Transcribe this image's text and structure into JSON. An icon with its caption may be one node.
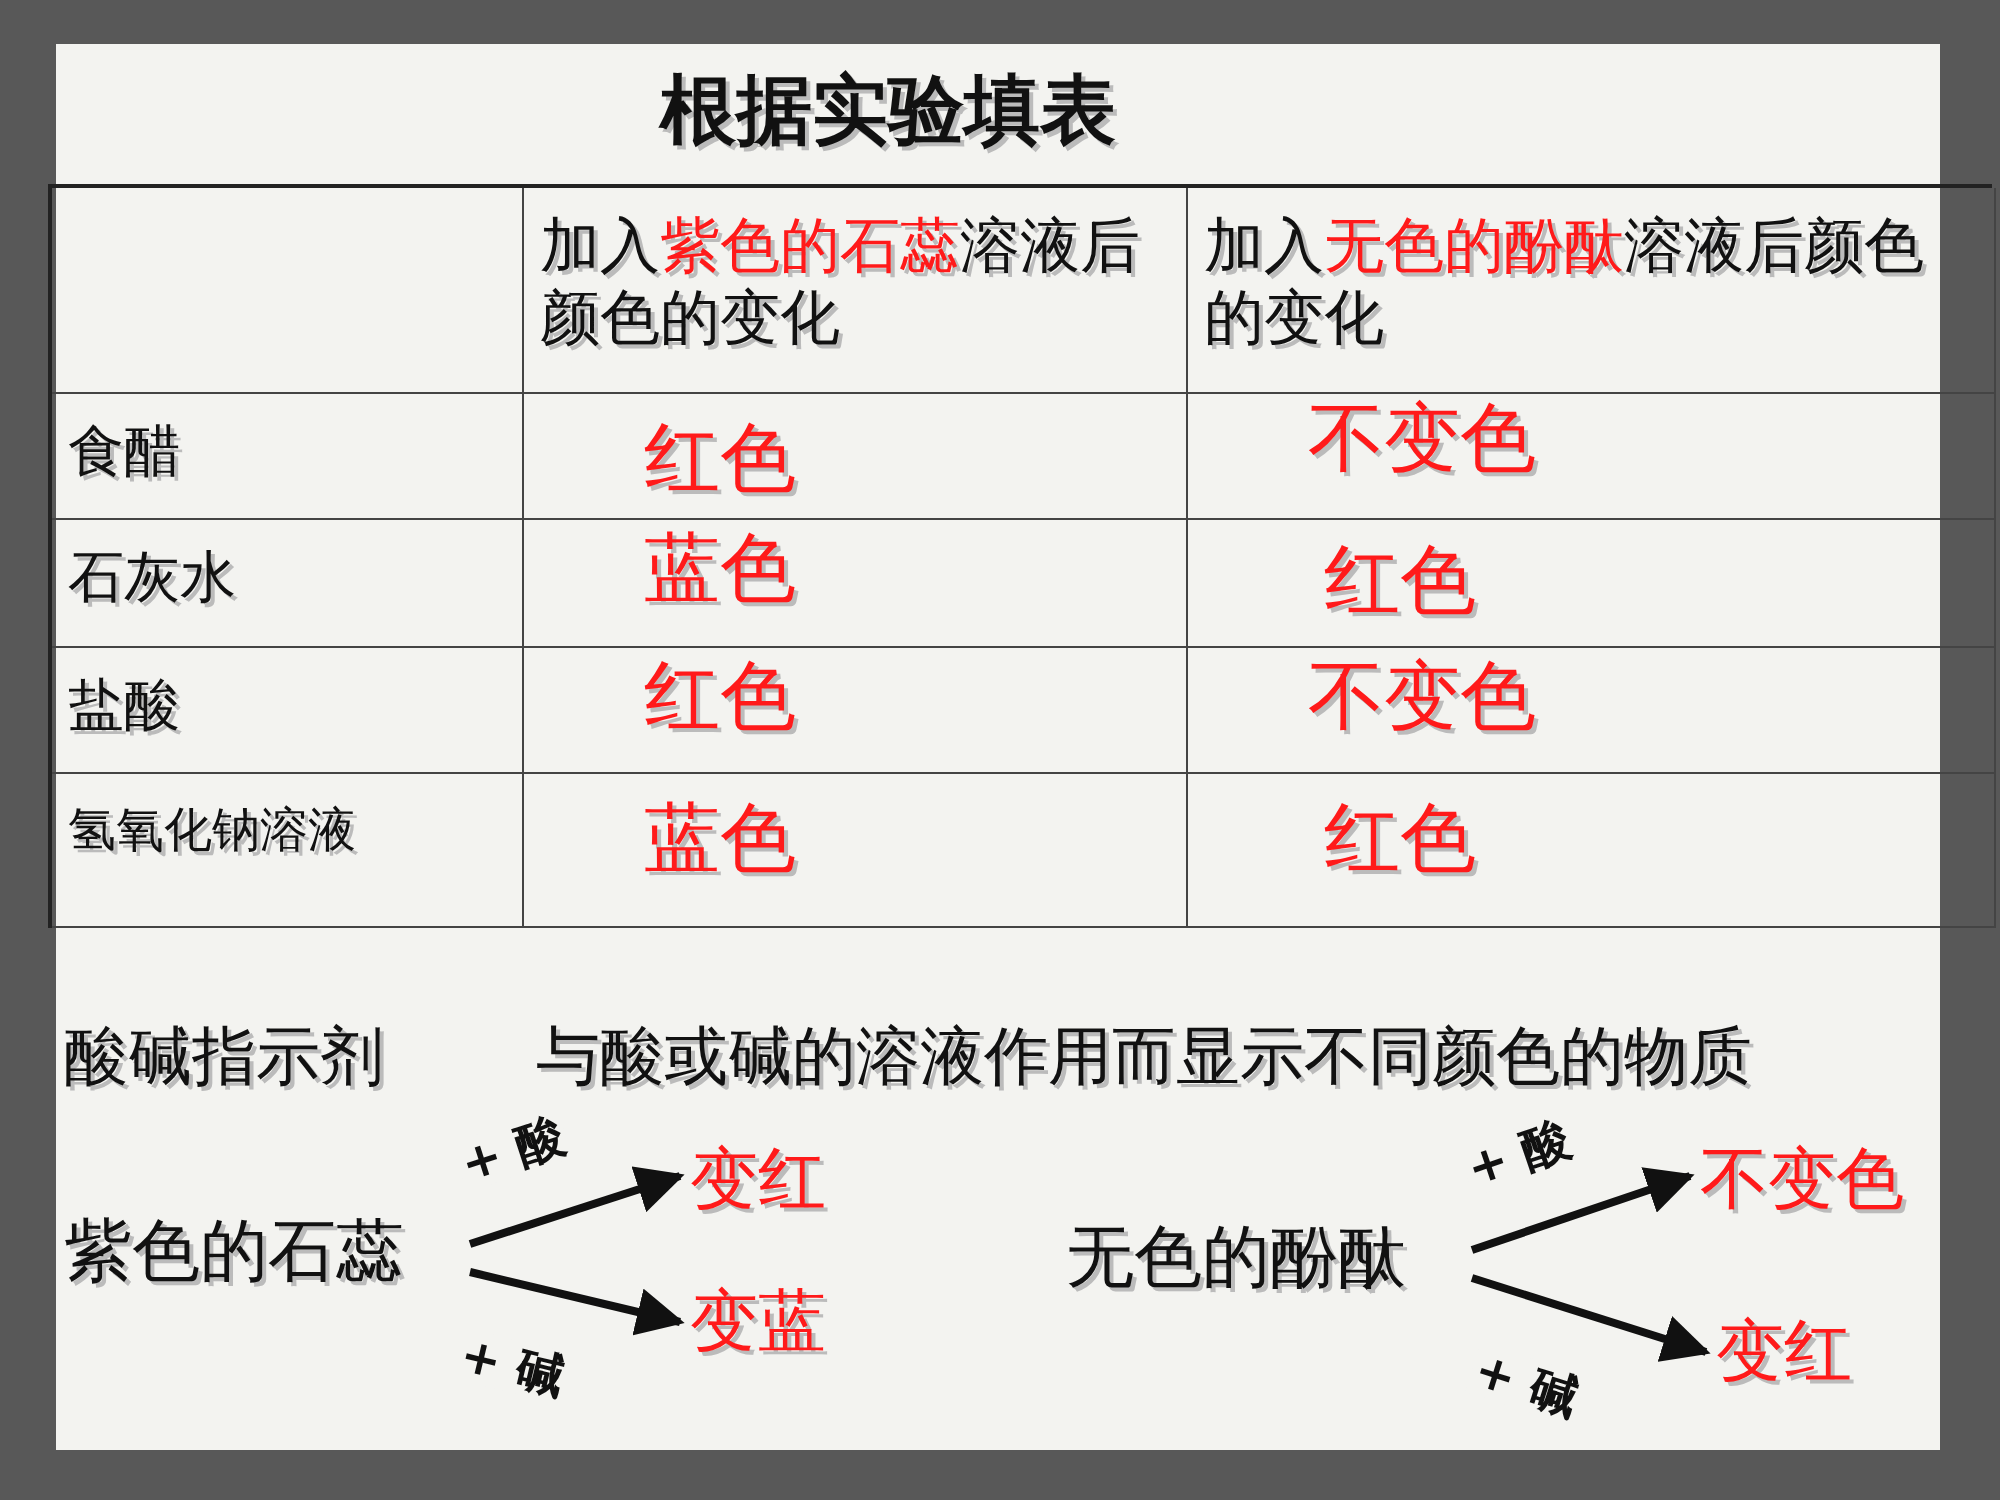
{
  "diagram": {
    "title": "根据实验填表",
    "nodes": [
      {
        "text": [
          "紫色的石蕊"
        ]
      },
      {
        "text": [
          "变红"
        ]
      },
      {
        "text": [
          "变蓝"
        ]
      },
      {
        "text": [
          "无色的酚酞"
        ]
      },
      {
        "text": [
          "不变色"
        ]
      },
      {
        "text": [
          "变红"
        ]
      }
    ],
    "edges": [
      {
        "from": 0,
        "to": 1,
        "arrow": "to",
        "label": "+ 酸"
      },
      {
        "from": 0,
        "to": 2,
        "arrow": "to",
        "label": "+ 碱"
      },
      {
        "from": 3,
        "to": 4,
        "arrow": "to",
        "label": "+ 酸"
      },
      {
        "from": 3,
        "to": 5,
        "arrow": "to",
        "label": "+ 碱"
      }
    ],
    "labels": [
      "加入**紫色的石蕊**溶液后颜色的变化",
      "加入**无色的酚酞**溶液后颜色的变化",
      "食醋",
      "红色",
      "不变色",
      "石灰水",
      "蓝色",
      "红色",
      "盐酸",
      "红色",
      "不变色",
      "氢氧化钠溶液",
      "蓝色",
      "红色",
      "酸碱指示剂",
      "与酸或碱的溶液作用而显示不同颜色的物质"
    ]
  }
}
